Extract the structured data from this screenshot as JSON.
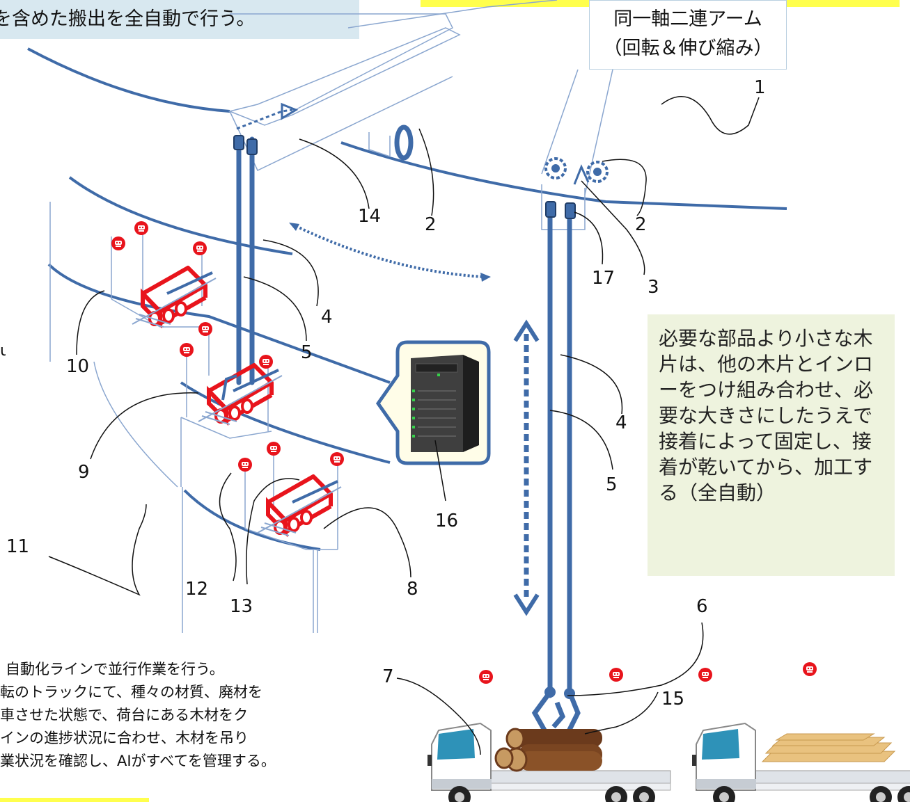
{
  "header": {
    "banner_text": "を含めた搬出を全自動で行う。",
    "arm_label_line1": "同一軸二連アーム",
    "arm_label_line2": "（回転＆伸び縮み）"
  },
  "note": {
    "text": "必要な部品より小さな木片は、他の木片とインローをつけ組み合わせ、必要な大きさにしたうえで接着によって固定し、接着が乾いてから、加工する（全自動）"
  },
  "bottom_text": {
    "line1": "自動化ラインで並行作業を行う。",
    "line2": "転のトラックにて、種々の材質、廃材を",
    "line3": "車させた状態で、荷台にある木材をク",
    "line4": "インの進捗状況に合わせ、木材を吊り",
    "line5": "業状況を確認し、AIがすべてを管理する。"
  },
  "left_edge_char": "u",
  "labels": {
    "n1": "1",
    "n2a": "2",
    "n2b": "2",
    "n3": "3",
    "n4a": "4",
    "n4b": "4",
    "n5a": "5",
    "n5b": "5",
    "n6": "6",
    "n7": "7",
    "n8": "8",
    "n9": "9",
    "n10": "10",
    "n11": "11",
    "n12": "12",
    "n13": "13",
    "n14": "14",
    "n15": "15",
    "n16": "16",
    "n17": "17"
  },
  "colors": {
    "structure_blue": "#3f6ba8",
    "cart_red": "#e8141c",
    "highlight_yellow": "#ffff4d",
    "note_bg": "#eef3de",
    "banner_bg": "#d8e8f0"
  },
  "icons": {
    "robot_marker": "robot-face-icon",
    "server": "server-tower-icon",
    "truck": "truck-icon",
    "log": "log-pile-icon",
    "plank": "plank-stack-icon",
    "gripper": "gripper-icon"
  }
}
